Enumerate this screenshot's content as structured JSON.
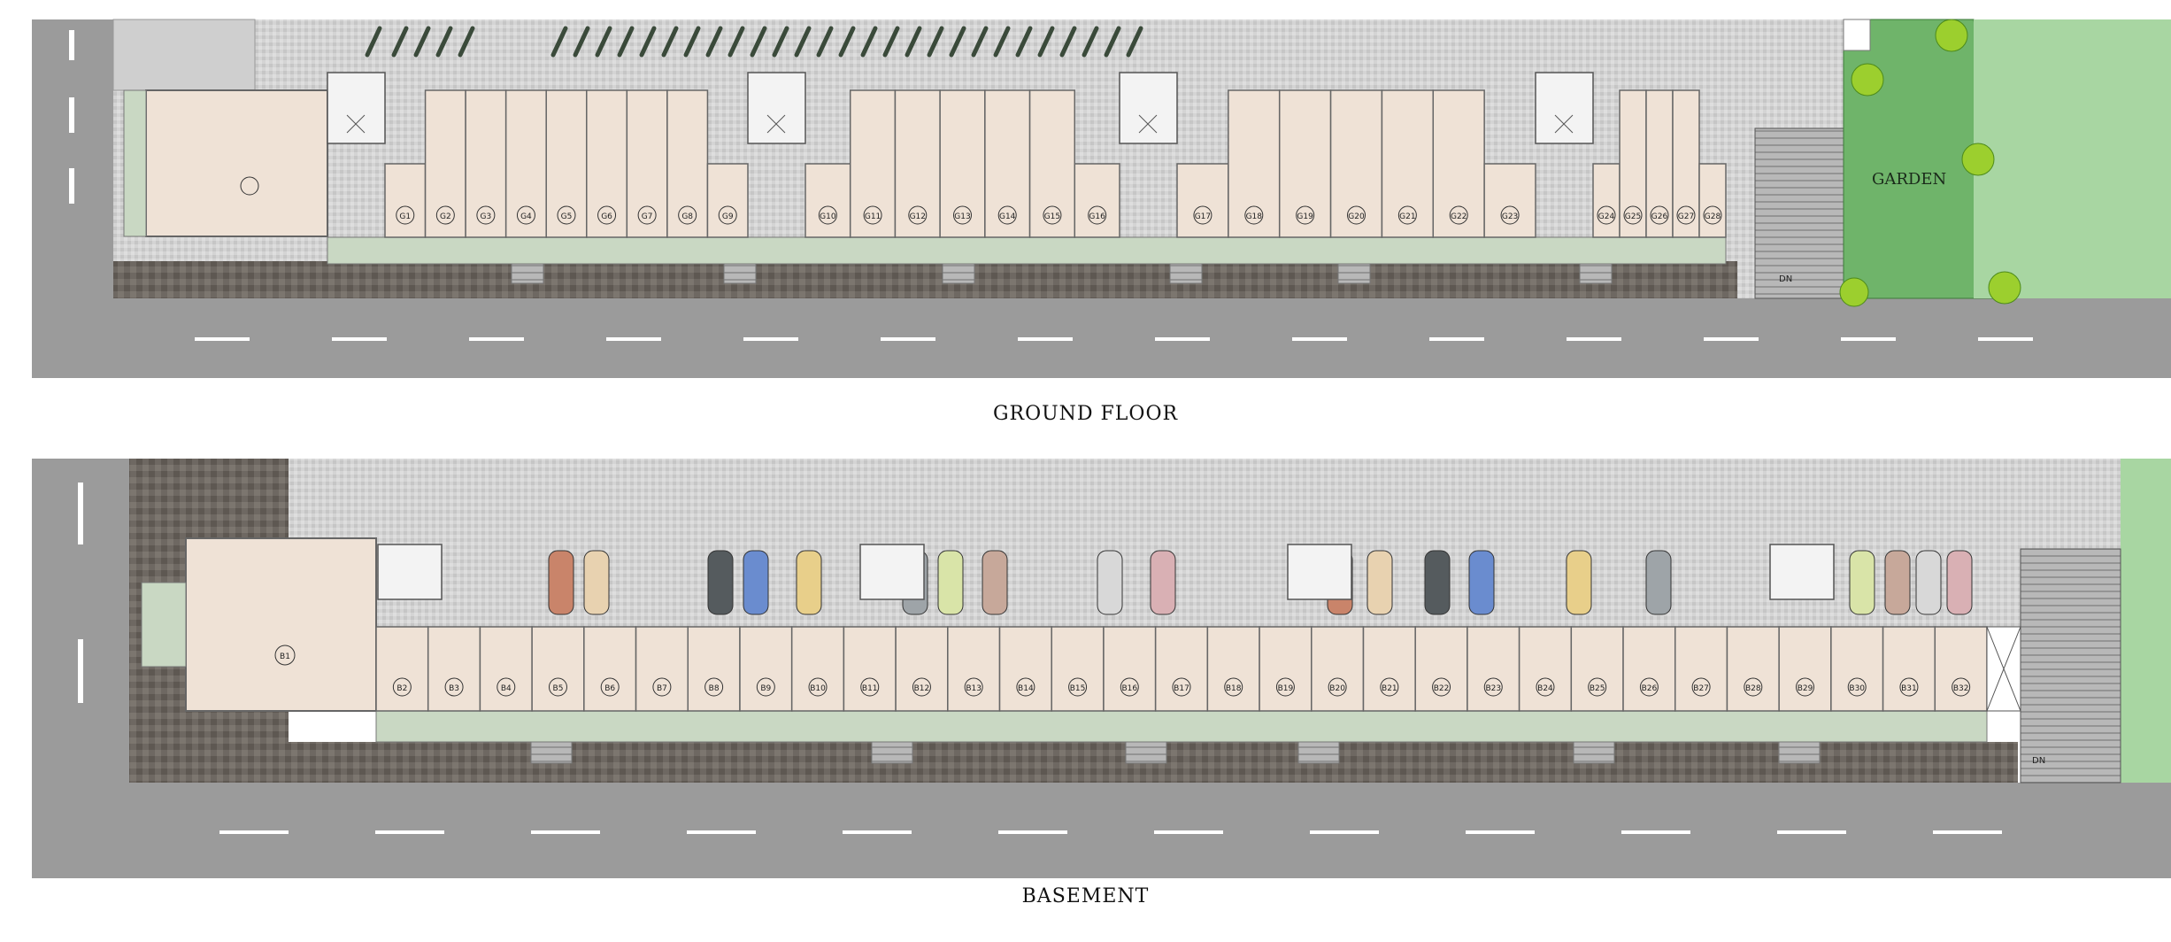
{
  "plans": [
    {
      "caption": "GROUND FLOOR",
      "garden_label": "GARDEN",
      "stair_label": "DN",
      "units": [
        "G1",
        "G2",
        "G3",
        "G4",
        "G5",
        "G6",
        "G7",
        "G8",
        "G9",
        "G10",
        "G11",
        "G12",
        "G13",
        "G14",
        "G15",
        "G16",
        "G17",
        "G18",
        "G19",
        "G20",
        "G21",
        "G22",
        "G23",
        "G24",
        "G25",
        "G26",
        "G27",
        "G28"
      ]
    },
    {
      "caption": "BASEMENT",
      "stair_label": "DN",
      "units": [
        "B1",
        "B2",
        "B3",
        "B4",
        "B5",
        "B6",
        "B7",
        "B8",
        "B9",
        "B10",
        "B11",
        "B12",
        "B13",
        "B14",
        "B15",
        "B16",
        "B17",
        "B18",
        "B19",
        "B20",
        "B21",
        "B22",
        "B23",
        "B24",
        "B25",
        "B26",
        "B27",
        "B28",
        "B29",
        "B30",
        "B31",
        "B32"
      ]
    }
  ],
  "colors": {
    "road": "#9b9b9b",
    "paving": "#d6d6d6",
    "shop_floor": "#efe2d6",
    "corridor": "#c9d8c3",
    "garden": "#6fb46a",
    "lawn": "#a8d6a2",
    "wall": "#666666",
    "dark_paving": "#6e6862"
  }
}
